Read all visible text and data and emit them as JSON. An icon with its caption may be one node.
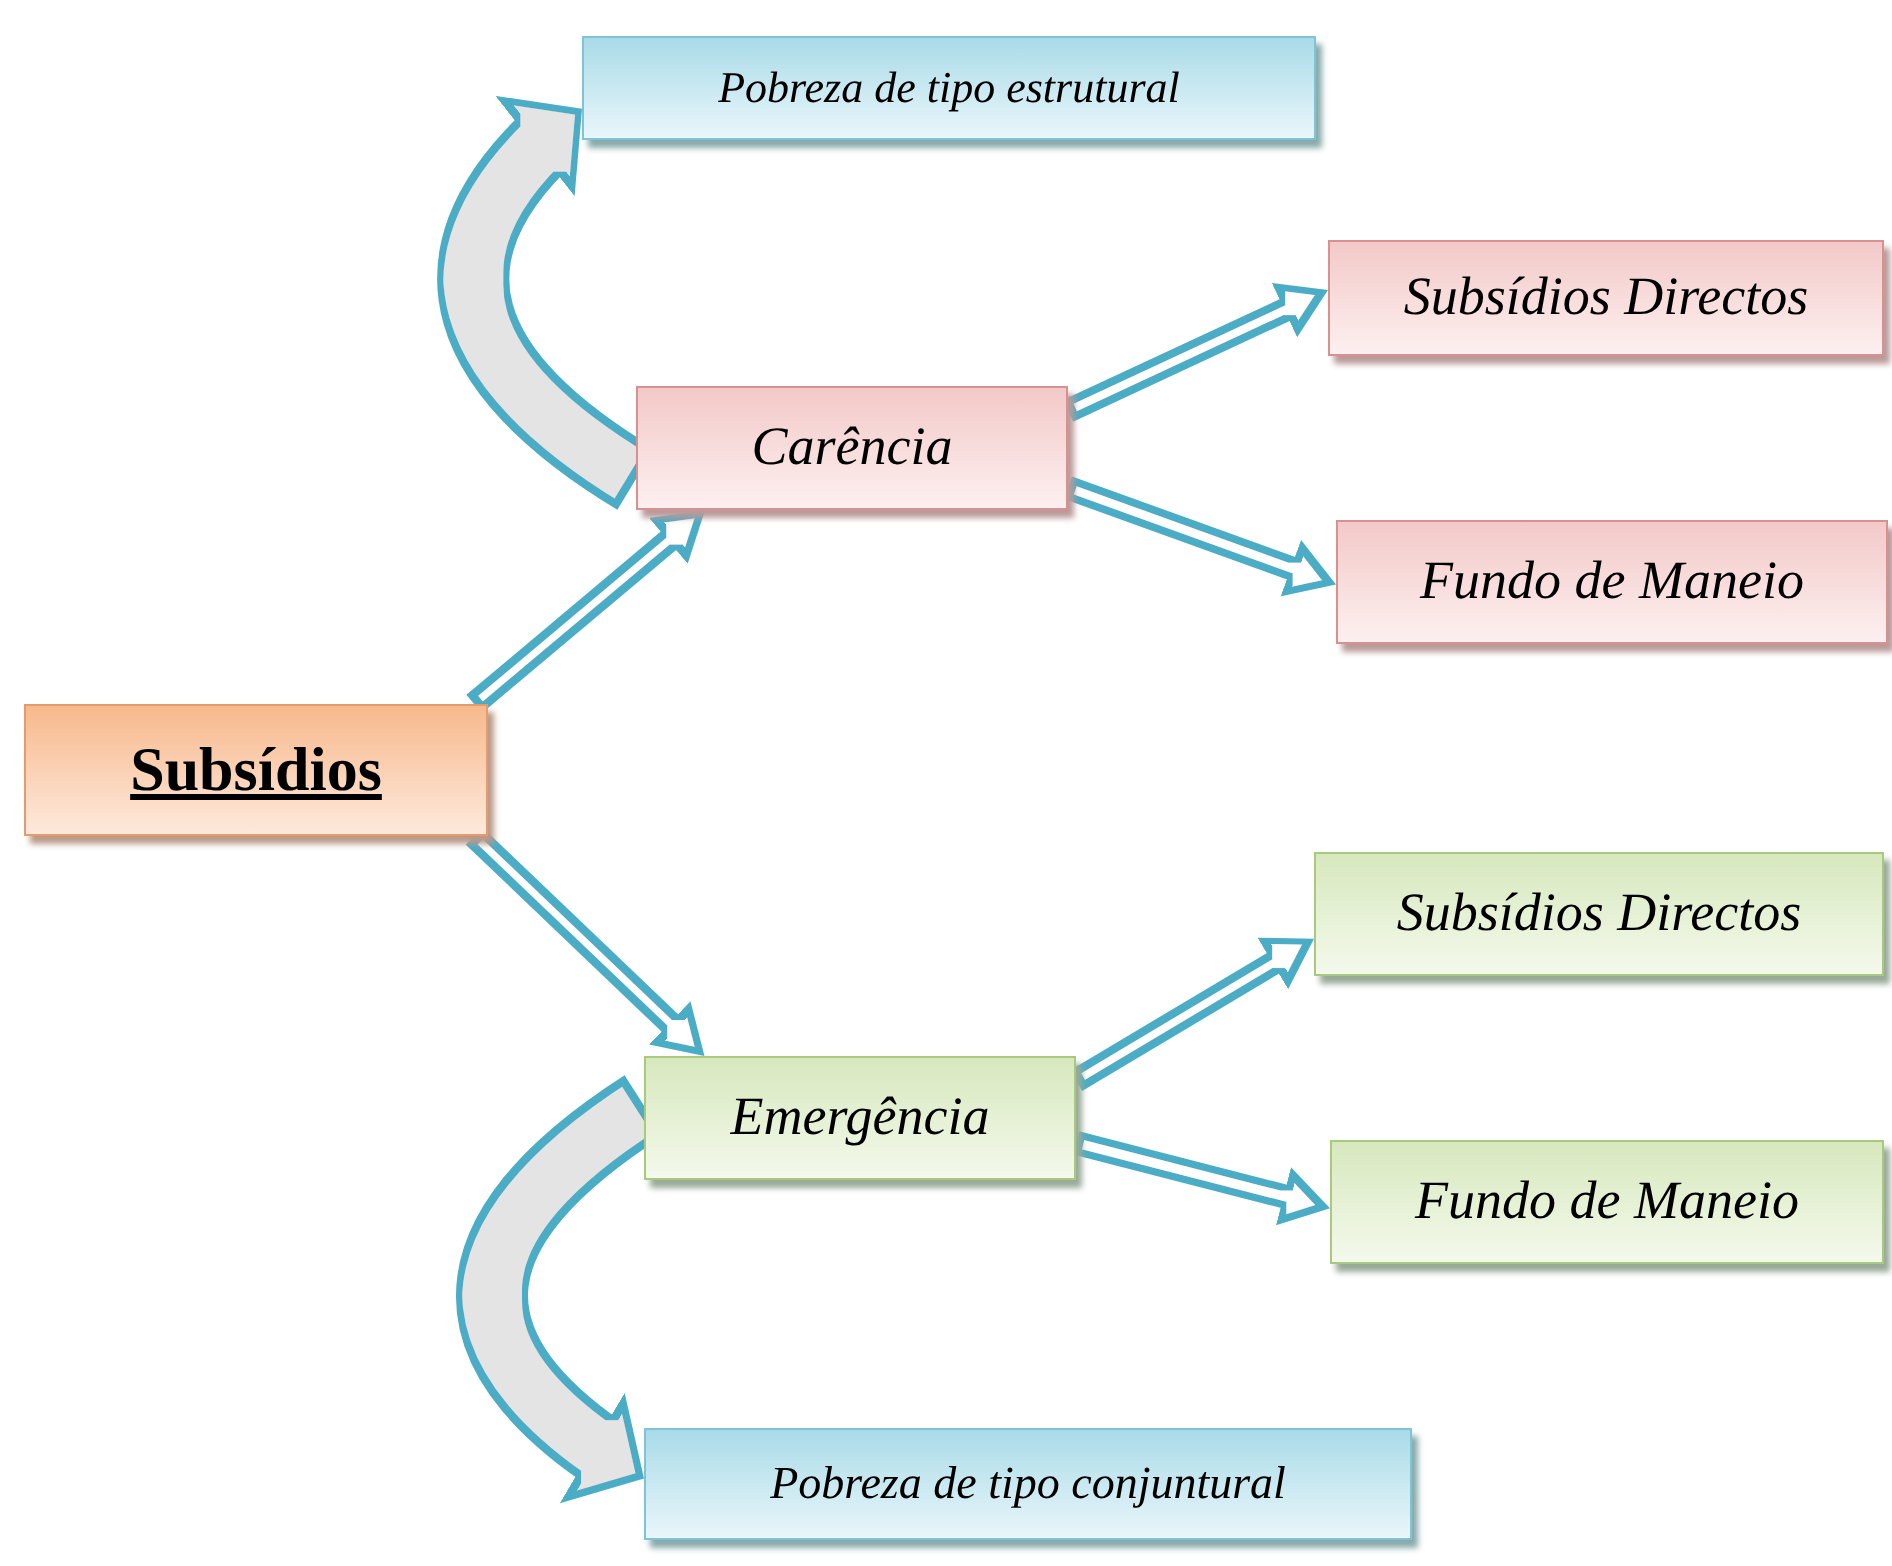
{
  "diagram": {
    "nodes": [
      {
        "text": [
          "Pobreza de tipo estrutural"
        ]
      },
      {
        "text": [
          "Subsídios Directos"
        ]
      },
      {
        "text": [
          "Carência"
        ]
      },
      {
        "text": [
          "Fundo de Maneio"
        ]
      },
      {
        "text": [
          "Subsídios"
        ]
      },
      {
        "text": [
          "Subsídios Directos"
        ]
      },
      {
        "text": [
          "Emergência"
        ]
      },
      {
        "text": [
          "Fundo de Maneio"
        ]
      },
      {
        "text": [
          "Pobreza de tipo conjuntural"
        ]
      }
    ],
    "edges": [
      {
        "from": 4,
        "to": 2,
        "arrow": "to"
      },
      {
        "from": 4,
        "to": 6,
        "arrow": "to"
      },
      {
        "from": 2,
        "to": 1,
        "arrow": "to"
      },
      {
        "from": 2,
        "to": 3,
        "arrow": "to"
      },
      {
        "from": 6,
        "to": 5,
        "arrow": "to"
      },
      {
        "from": 6,
        "to": 7,
        "arrow": "to"
      },
      {
        "from": 2,
        "to": 0,
        "arrow": "to"
      },
      {
        "from": 6,
        "to": 8,
        "arrow": "to"
      }
    ]
  }
}
